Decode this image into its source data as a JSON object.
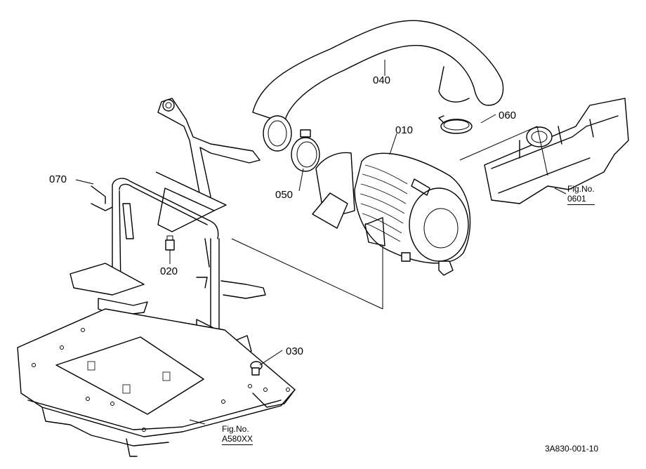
{
  "labels": {
    "p010": "010",
    "p020": "020",
    "p030": "030",
    "p040": "040",
    "p050": "050",
    "p060": "060",
    "p070": "070"
  },
  "refs": {
    "fig0601": {
      "caption": "Fig.No.",
      "number": "0601"
    },
    "figA580": {
      "caption": "Fig.No.",
      "number": "A580XX"
    }
  },
  "drawing_number": "3A830-001-10"
}
